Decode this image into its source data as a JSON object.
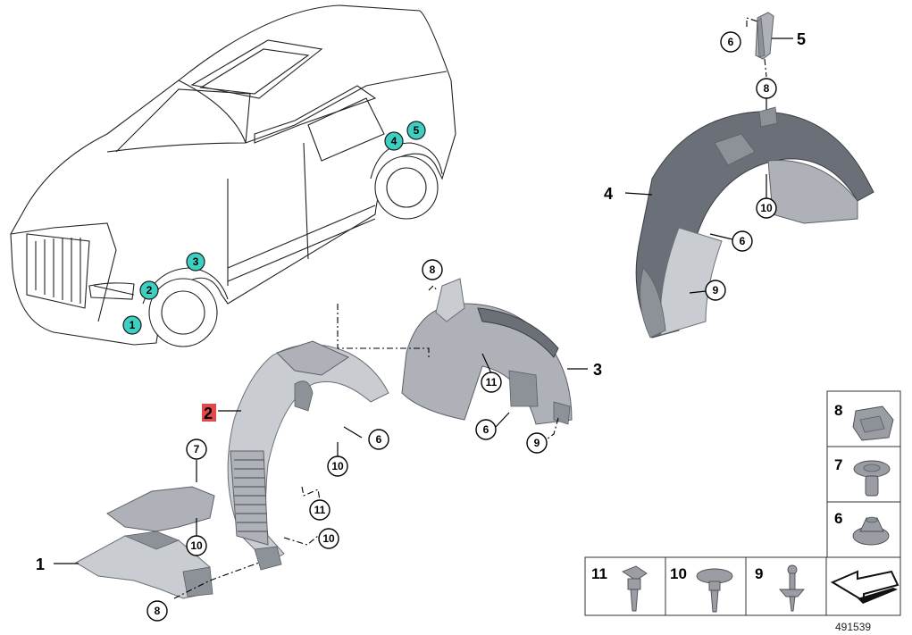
{
  "diagram": {
    "document_number": "491539",
    "highlighted_part": "2",
    "location_markers": [
      "1",
      "2",
      "3",
      "4",
      "5"
    ],
    "part_labels": [
      "1",
      "2",
      "3",
      "4",
      "5"
    ],
    "callouts": {
      "c5_screw": "6",
      "c5_clip": "8",
      "c4_a": "10",
      "c4_b": "6",
      "c4_c": "9",
      "c3_top": "8",
      "c3_a": "11",
      "c3_b": "6",
      "c3_c": "9",
      "c2_a": "6",
      "c2_b": "10",
      "c2_c": "11",
      "c2_d": "10",
      "c1_a": "7",
      "c1_b": "10",
      "c1_c": "8"
    },
    "legend": {
      "right_column": [
        "8",
        "7",
        "6"
      ],
      "bottom_row": [
        "11",
        "10",
        "9"
      ]
    }
  }
}
